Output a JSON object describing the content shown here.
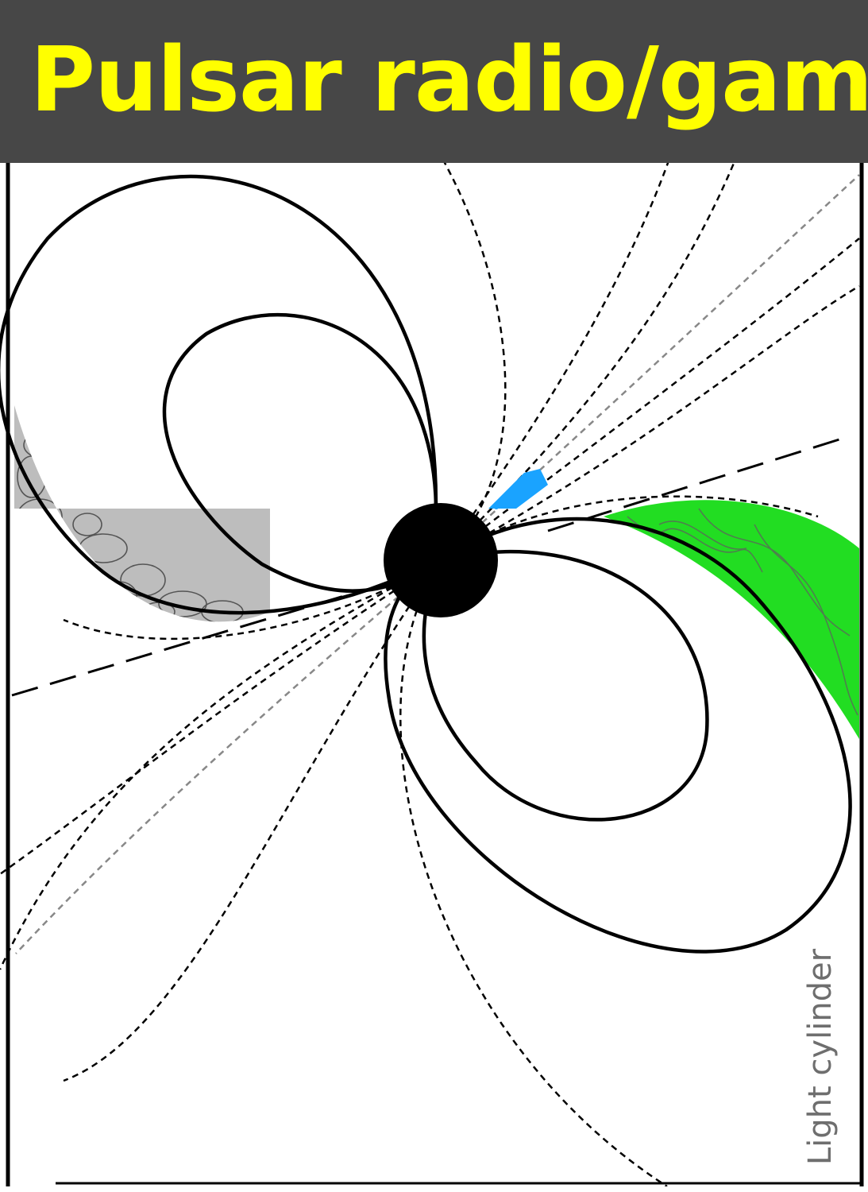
{
  "title": "Pulsar radio/gamm",
  "light_cylinder_label": "Light cylinder",
  "colors": {
    "title_background": "#474747",
    "title_text": "#ffff00",
    "label_text": "#6e6e6e",
    "radio_emission": "#1aa3ff",
    "gamma_emission": "#22dd22",
    "outer_gap": "#555555",
    "lines": "#000000"
  },
  "icons": {
    "star": "neutron-star",
    "rotation_axis": "arrow-up"
  }
}
